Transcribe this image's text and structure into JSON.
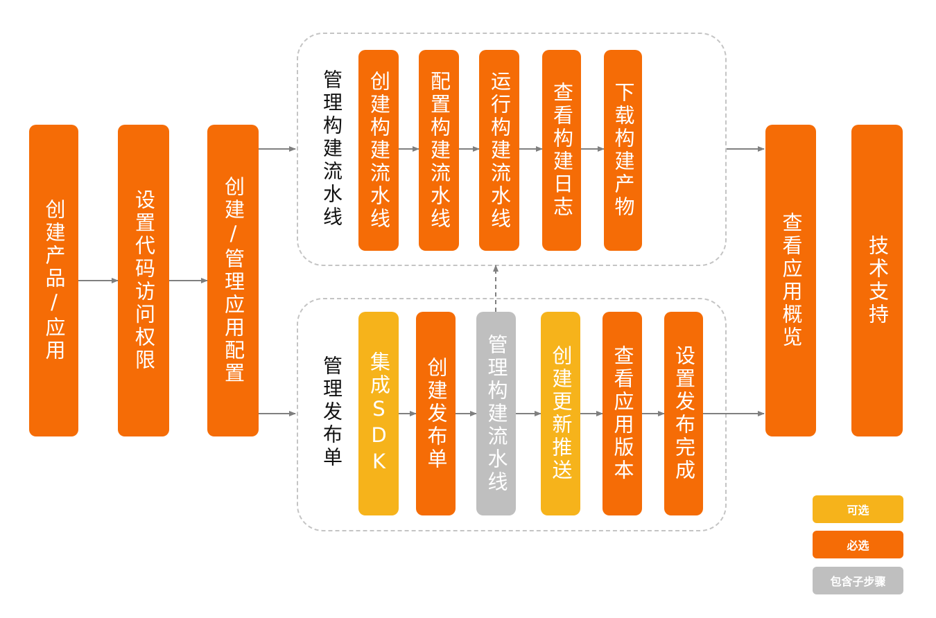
{
  "colors": {
    "required": "#f56c06",
    "optional": "#f6b31b",
    "substeps": "#bfbfbf",
    "arrow": "#7f7f7f",
    "dashed_border": "#c4c4c4"
  },
  "steps": {
    "create_product": "创建产品/应用",
    "set_code_access": "设置代码访问权限",
    "create_manage_config": "创建/管理应用配置",
    "view_app_overview": "查看应用概览",
    "tech_support": "技术支持"
  },
  "pipeline_group": {
    "label": "管理构建流水线",
    "steps": [
      "创建构建流水线",
      "配置构建流水线",
      "运行构建流水线",
      "查看构建日志",
      "下载构建产物"
    ]
  },
  "release_group": {
    "label": "管理发布单",
    "steps": [
      "集成SDK",
      "创建发布单",
      "管理构建流水线",
      "创建更新推送",
      "查看应用版本",
      "设置发布完成"
    ]
  },
  "legend": {
    "optional": "可选",
    "required": "必选",
    "substeps": "包含子步骤"
  }
}
